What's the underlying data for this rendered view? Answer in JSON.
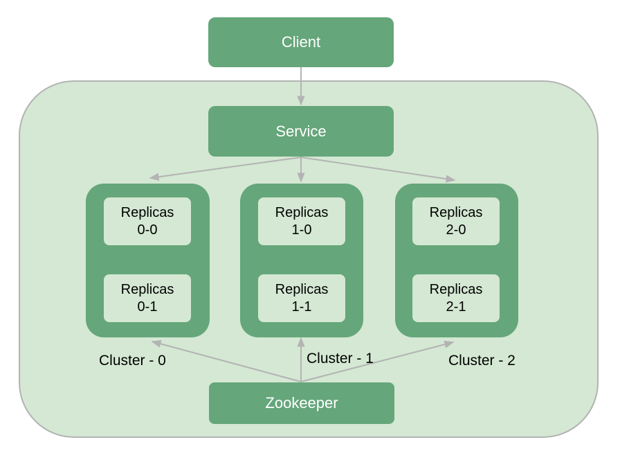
{
  "colors": {
    "node_fill": "#65a67a",
    "container_fill": "#d4e8d3",
    "container_border": "#b3b3b3",
    "edge": "#b3b3b3",
    "node_text": "#ffffff",
    "replica_text": "#000000"
  },
  "nodes": {
    "client": "Client",
    "service": "Service",
    "zookeeper": "Zookeeper"
  },
  "clusters": [
    {
      "label": "Cluster - 0",
      "replicas": [
        {
          "title": "Replicas",
          "id": "0-0"
        },
        {
          "title": "Replicas",
          "id": "0-1"
        }
      ]
    },
    {
      "label": "Cluster - 1",
      "replicas": [
        {
          "title": "Replicas",
          "id": "1-0"
        },
        {
          "title": "Replicas",
          "id": "1-1"
        }
      ]
    },
    {
      "label": "Cluster - 2",
      "replicas": [
        {
          "title": "Replicas",
          "id": "2-0"
        },
        {
          "title": "Replicas",
          "id": "2-1"
        }
      ]
    }
  ],
  "edges": [
    {
      "from": "client",
      "to": "service"
    },
    {
      "from": "service",
      "to": "cluster-0"
    },
    {
      "from": "service",
      "to": "cluster-1"
    },
    {
      "from": "service",
      "to": "cluster-2"
    },
    {
      "from": "zookeeper",
      "to": "cluster-0"
    },
    {
      "from": "zookeeper",
      "to": "cluster-1"
    },
    {
      "from": "zookeeper",
      "to": "cluster-2"
    }
  ]
}
